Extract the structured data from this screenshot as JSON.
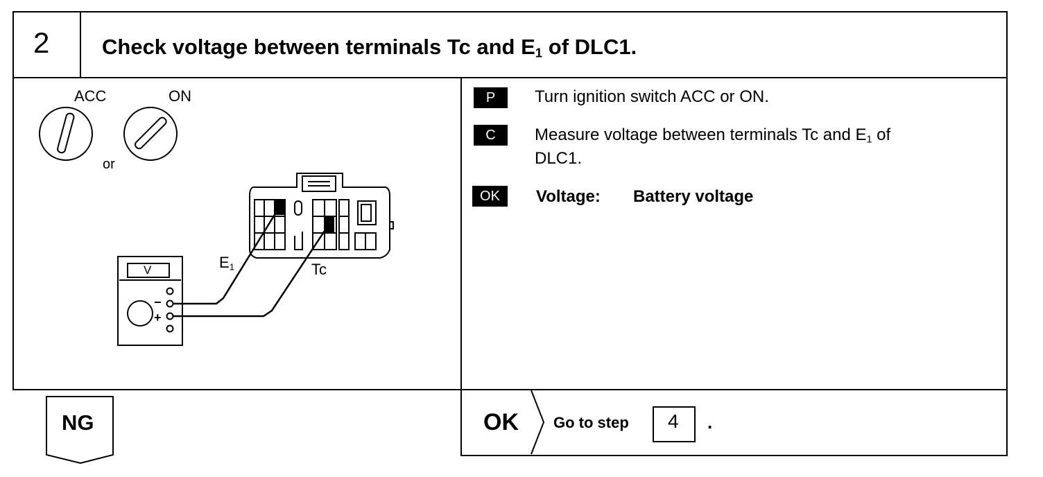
{
  "step": {
    "number": "2",
    "title_pre": "Check voltage between terminals Tc and E",
    "title_sub": "1",
    "title_post": " of DLC1."
  },
  "diagram": {
    "acc_label": "ACC",
    "on_label": "ON",
    "or_label": "or",
    "e_label": "E",
    "e_sub": "1",
    "tc_label": "Tc",
    "meter_label": "V",
    "minus": "−",
    "plus": "+"
  },
  "instructions": [
    {
      "tag": "P",
      "text": "Turn ignition switch ACC or ON."
    },
    {
      "tag": "C",
      "text_pre": "Measure voltage between terminals Tc and E",
      "text_sub": "1",
      "text_post": " of",
      "text_line2": "DLC1."
    },
    {
      "tag": "OK",
      "label": "Voltage:",
      "value": "Battery voltage"
    }
  ],
  "results": {
    "ng_label": "NG",
    "ok_label": "OK",
    "goto_text": "Go to step",
    "goto_step": "4",
    "goto_end": "."
  }
}
